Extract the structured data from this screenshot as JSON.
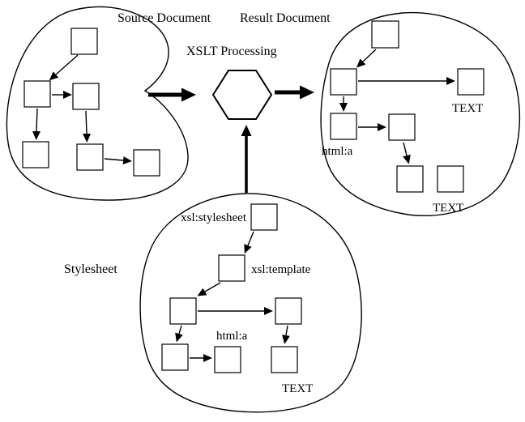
{
  "diagram": {
    "source": {
      "title": "Source Document"
    },
    "processor": {
      "title": "XSLT Processing"
    },
    "result": {
      "title": "Result Document",
      "label_html_a": "html:a",
      "label_text_top": "TEXT",
      "label_text_bottom": "TEXT"
    },
    "stylesheet": {
      "title": "Stylesheet",
      "label_xsl_stylesheet": "xsl:stylesheet",
      "label_xsl_template": "xsl:template",
      "label_html_a": "html:a",
      "label_text": "TEXT"
    },
    "colors": {
      "template_node_fill": "#0000dd",
      "document_node_fill": "#ffffff",
      "stroke": "#000000",
      "background": "#ffffff"
    }
  }
}
